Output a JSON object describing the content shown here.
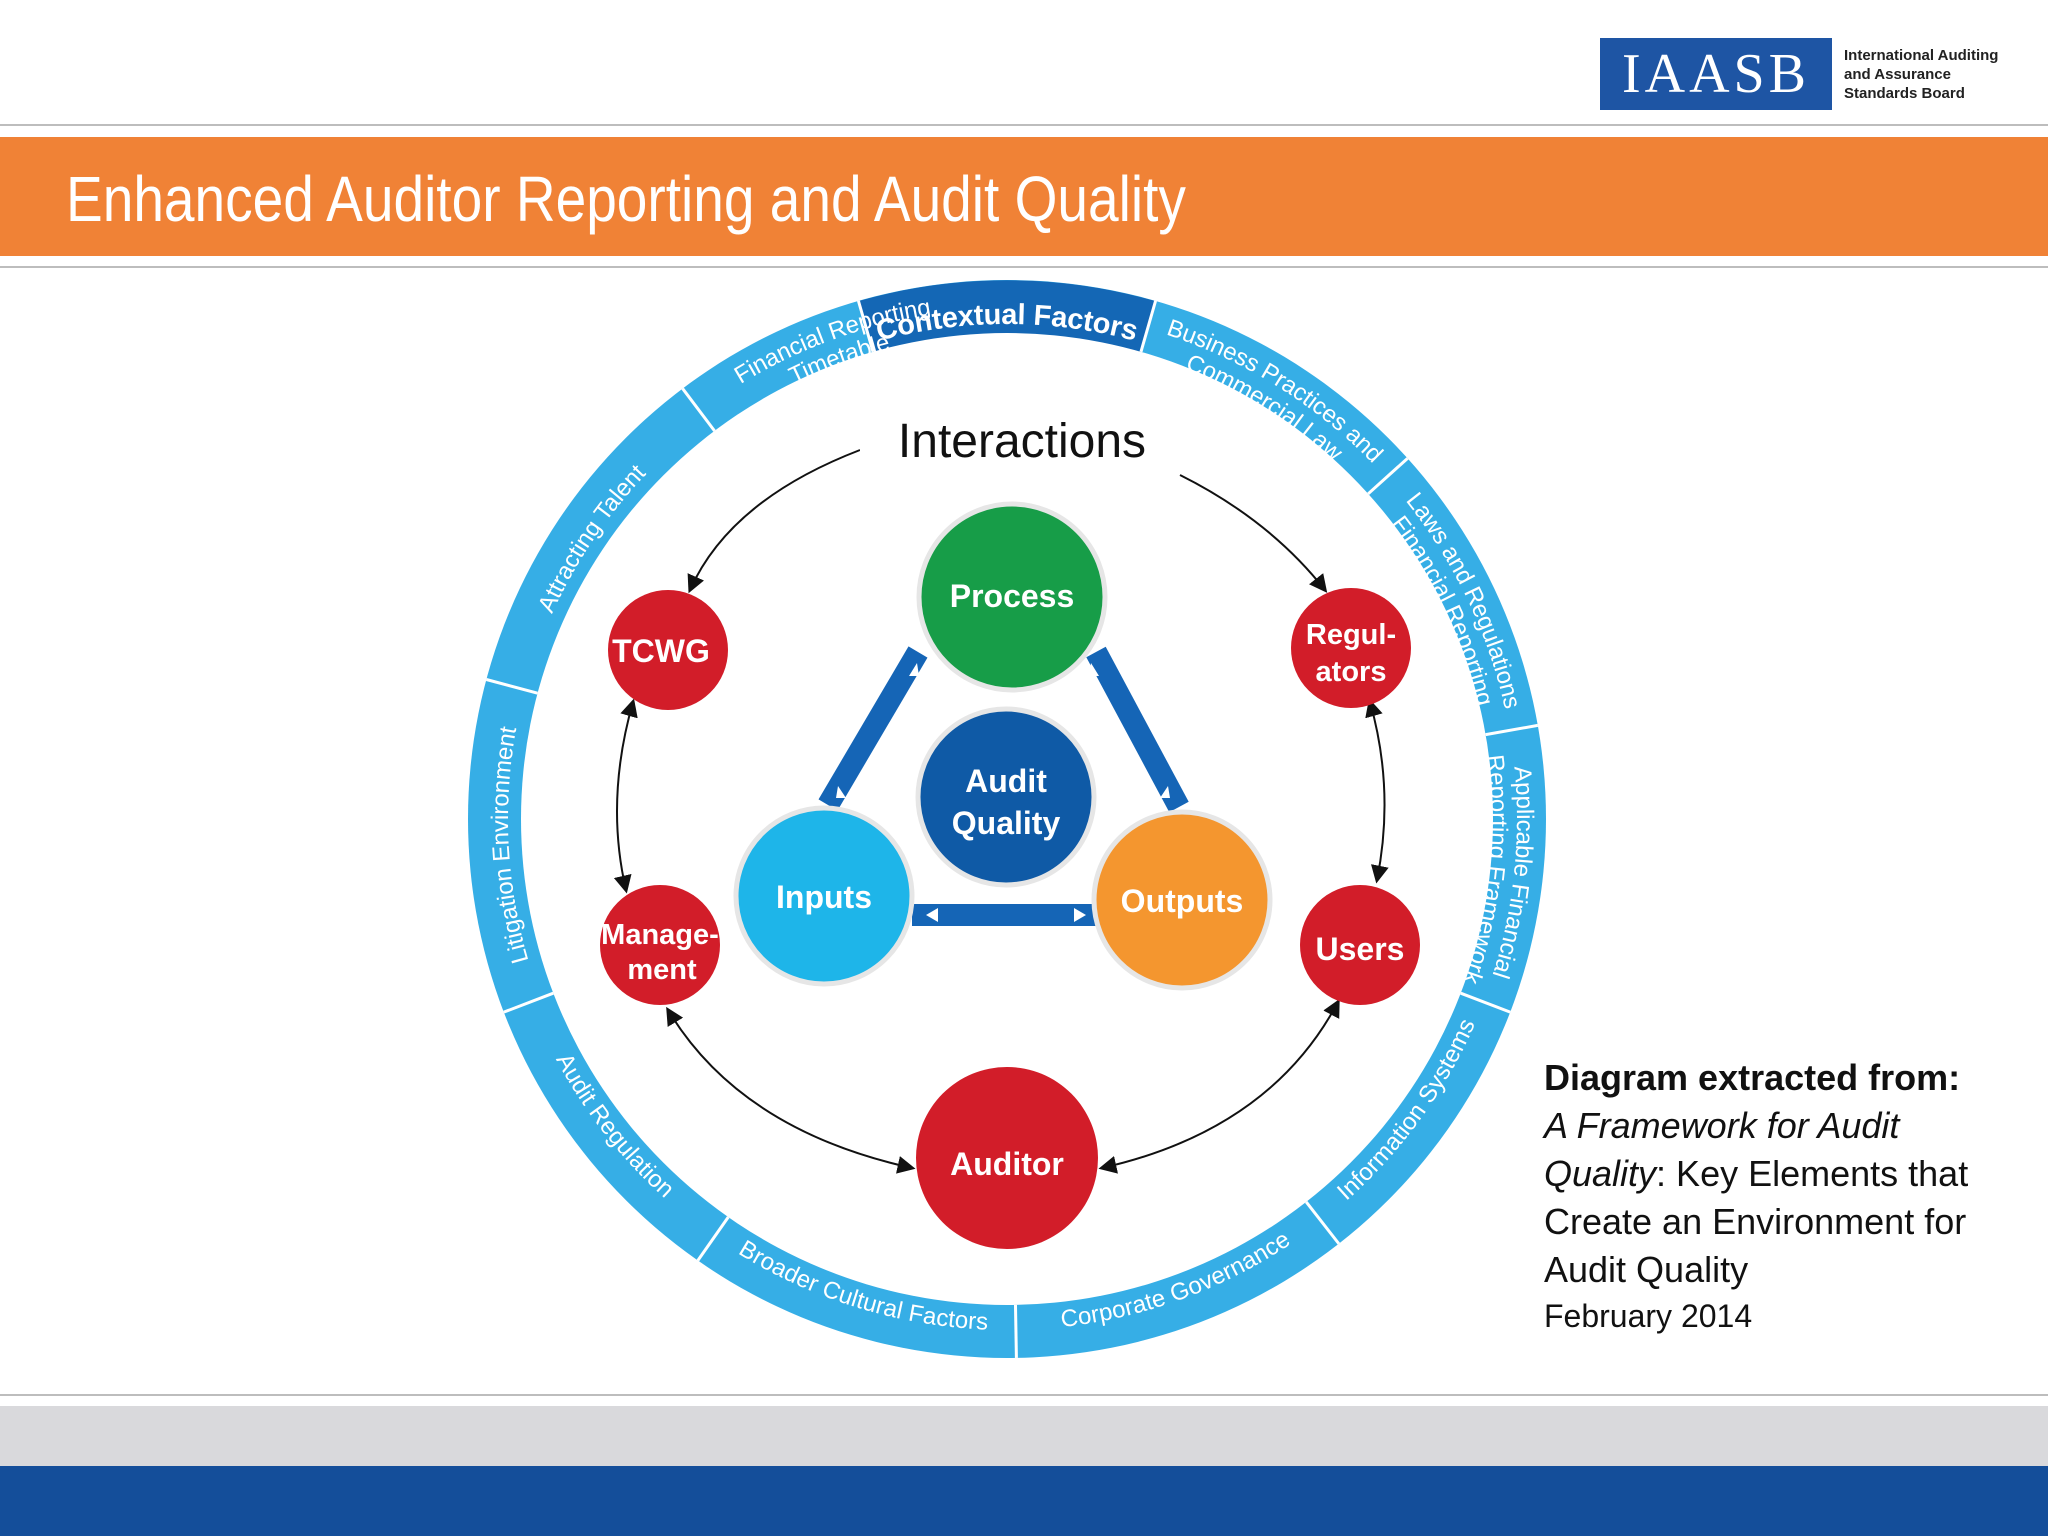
{
  "header": {
    "logo_mark": "IAASB",
    "logo_lines": [
      "International Auditing",
      "and Assurance",
      "Standards Board"
    ]
  },
  "title": "Enhanced Auditor Reporting and Audit Quality",
  "diagram": {
    "ring_segments": [
      "Contextual Factors",
      "Business Practices and Commercial Law",
      "Laws and Regulations Financial Reporting",
      "Applicable Financial Reporting Framework",
      "Information Systems",
      "Corporate Governance",
      "Broader Cultural Factors",
      "Audit Regulation",
      "Litigation Environment",
      "Attracting Talent",
      "Financial Reporting Timetable"
    ],
    "interactions_label": "Interactions",
    "center": [
      "Audit",
      "Quality"
    ],
    "process": "Process",
    "inputs": "Inputs",
    "outputs": "Outputs",
    "stakeholders": {
      "tcwg": [
        "TCWG"
      ],
      "regulators": [
        "Regul-",
        "ators"
      ],
      "management": [
        "Manage-",
        "ment"
      ],
      "users": [
        "Users"
      ],
      "auditor": [
        "Auditor"
      ]
    },
    "colors": {
      "ring": "#36aee6",
      "ring_highlight": "#1467b5",
      "stakeholder_red": "#d21d29",
      "process_green": "#179d48",
      "inputs_blue": "#1eb5e9",
      "outputs_orange": "#f4962f",
      "center_blue": "#0f5aa6",
      "triangle_blue": "#1565b6"
    }
  },
  "caption": {
    "heading": "Diagram extracted from:",
    "line1": "A Framework for Audit",
    "line2_italic": "Quality",
    "line2_rest": ": Key Elements that",
    "line3": "Create an Environment for",
    "line4": "Audit Quality",
    "date": "February 2014"
  }
}
